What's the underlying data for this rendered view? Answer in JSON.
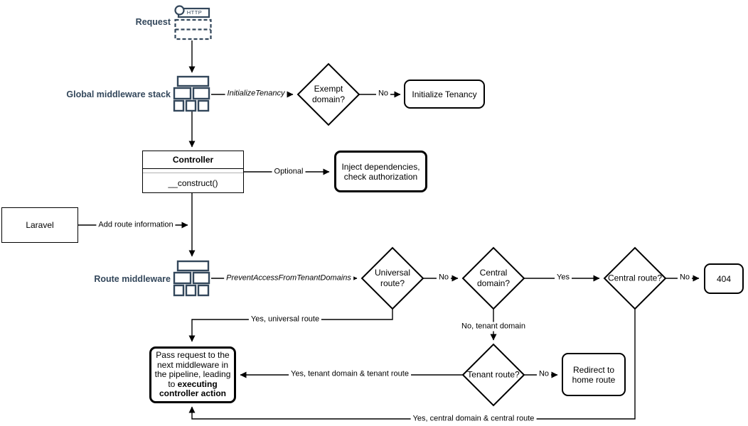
{
  "colors": {
    "accent_navy": "#33475B",
    "stroke_black": "#000000",
    "background": "#ffffff"
  },
  "icons": {
    "request": "http-request-icon",
    "global_middleware": "middleware-stack-icon",
    "route_middleware": "middleware-stack-icon"
  },
  "labels": {
    "request": "Request",
    "global_middleware": "Global middleware stack",
    "route_middleware": "Route middleware",
    "http": "HTTP"
  },
  "nodes": {
    "exempt_domain": "Exempt domain?",
    "initialize_tenancy": "Initialize Tenancy",
    "controller_title": "Controller",
    "controller_method": "__construct()",
    "inject_dependencies": "Inject dependencies, check authorization",
    "laravel": "Laravel",
    "universal_route": "Universal route?",
    "central_domain": "Central domain?",
    "central_route": "Central route?",
    "error_404": "404",
    "tenant_route": "Tenant route?",
    "redirect_home": "Redirect to home route",
    "pass_request_prefix": "Pass request to the next middleware in the pipeline, leading to ",
    "pass_request_bold": "executing controller action"
  },
  "edge_labels": {
    "initialize_tenancy_mw": "InitializeTenancy",
    "prevent_access_mw": "PreventAccessFromTenantDomains",
    "optional": "Optional",
    "add_route_info": "Add route information",
    "no_exempt": "No",
    "no_universal": "No",
    "yes_central_domain": "Yes",
    "no_central_route": "No",
    "no_tenant_route": "No",
    "no_tenant_domain": "No, tenant domain",
    "yes_universal_route": "Yes, universal route",
    "yes_tenant_route": "Yes, tenant domain & tenant route",
    "yes_central_route": "Yes, central domain & central route"
  }
}
